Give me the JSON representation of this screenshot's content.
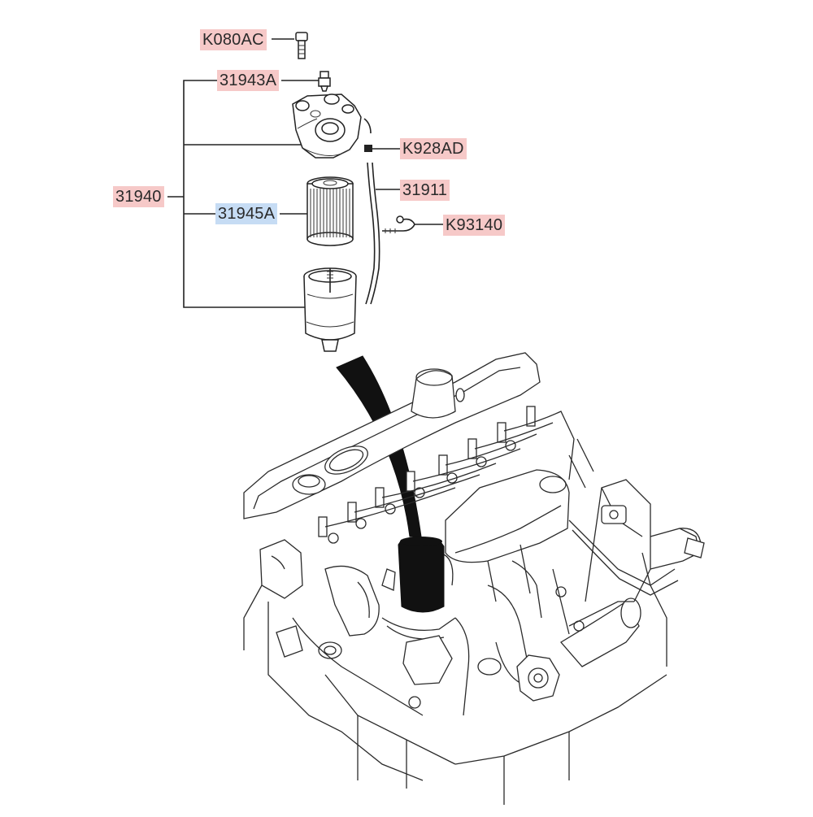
{
  "diagram": {
    "part_labels": {
      "bolt": "K080AC",
      "plug": "31943A",
      "assembly": "31940",
      "clip": "K928AD",
      "hose": "31911",
      "element": "31945A",
      "clamp": "K93140"
    },
    "highlight_colors": {
      "part_number": "#f6c9c8",
      "element_number": "#c6dcf4"
    }
  }
}
